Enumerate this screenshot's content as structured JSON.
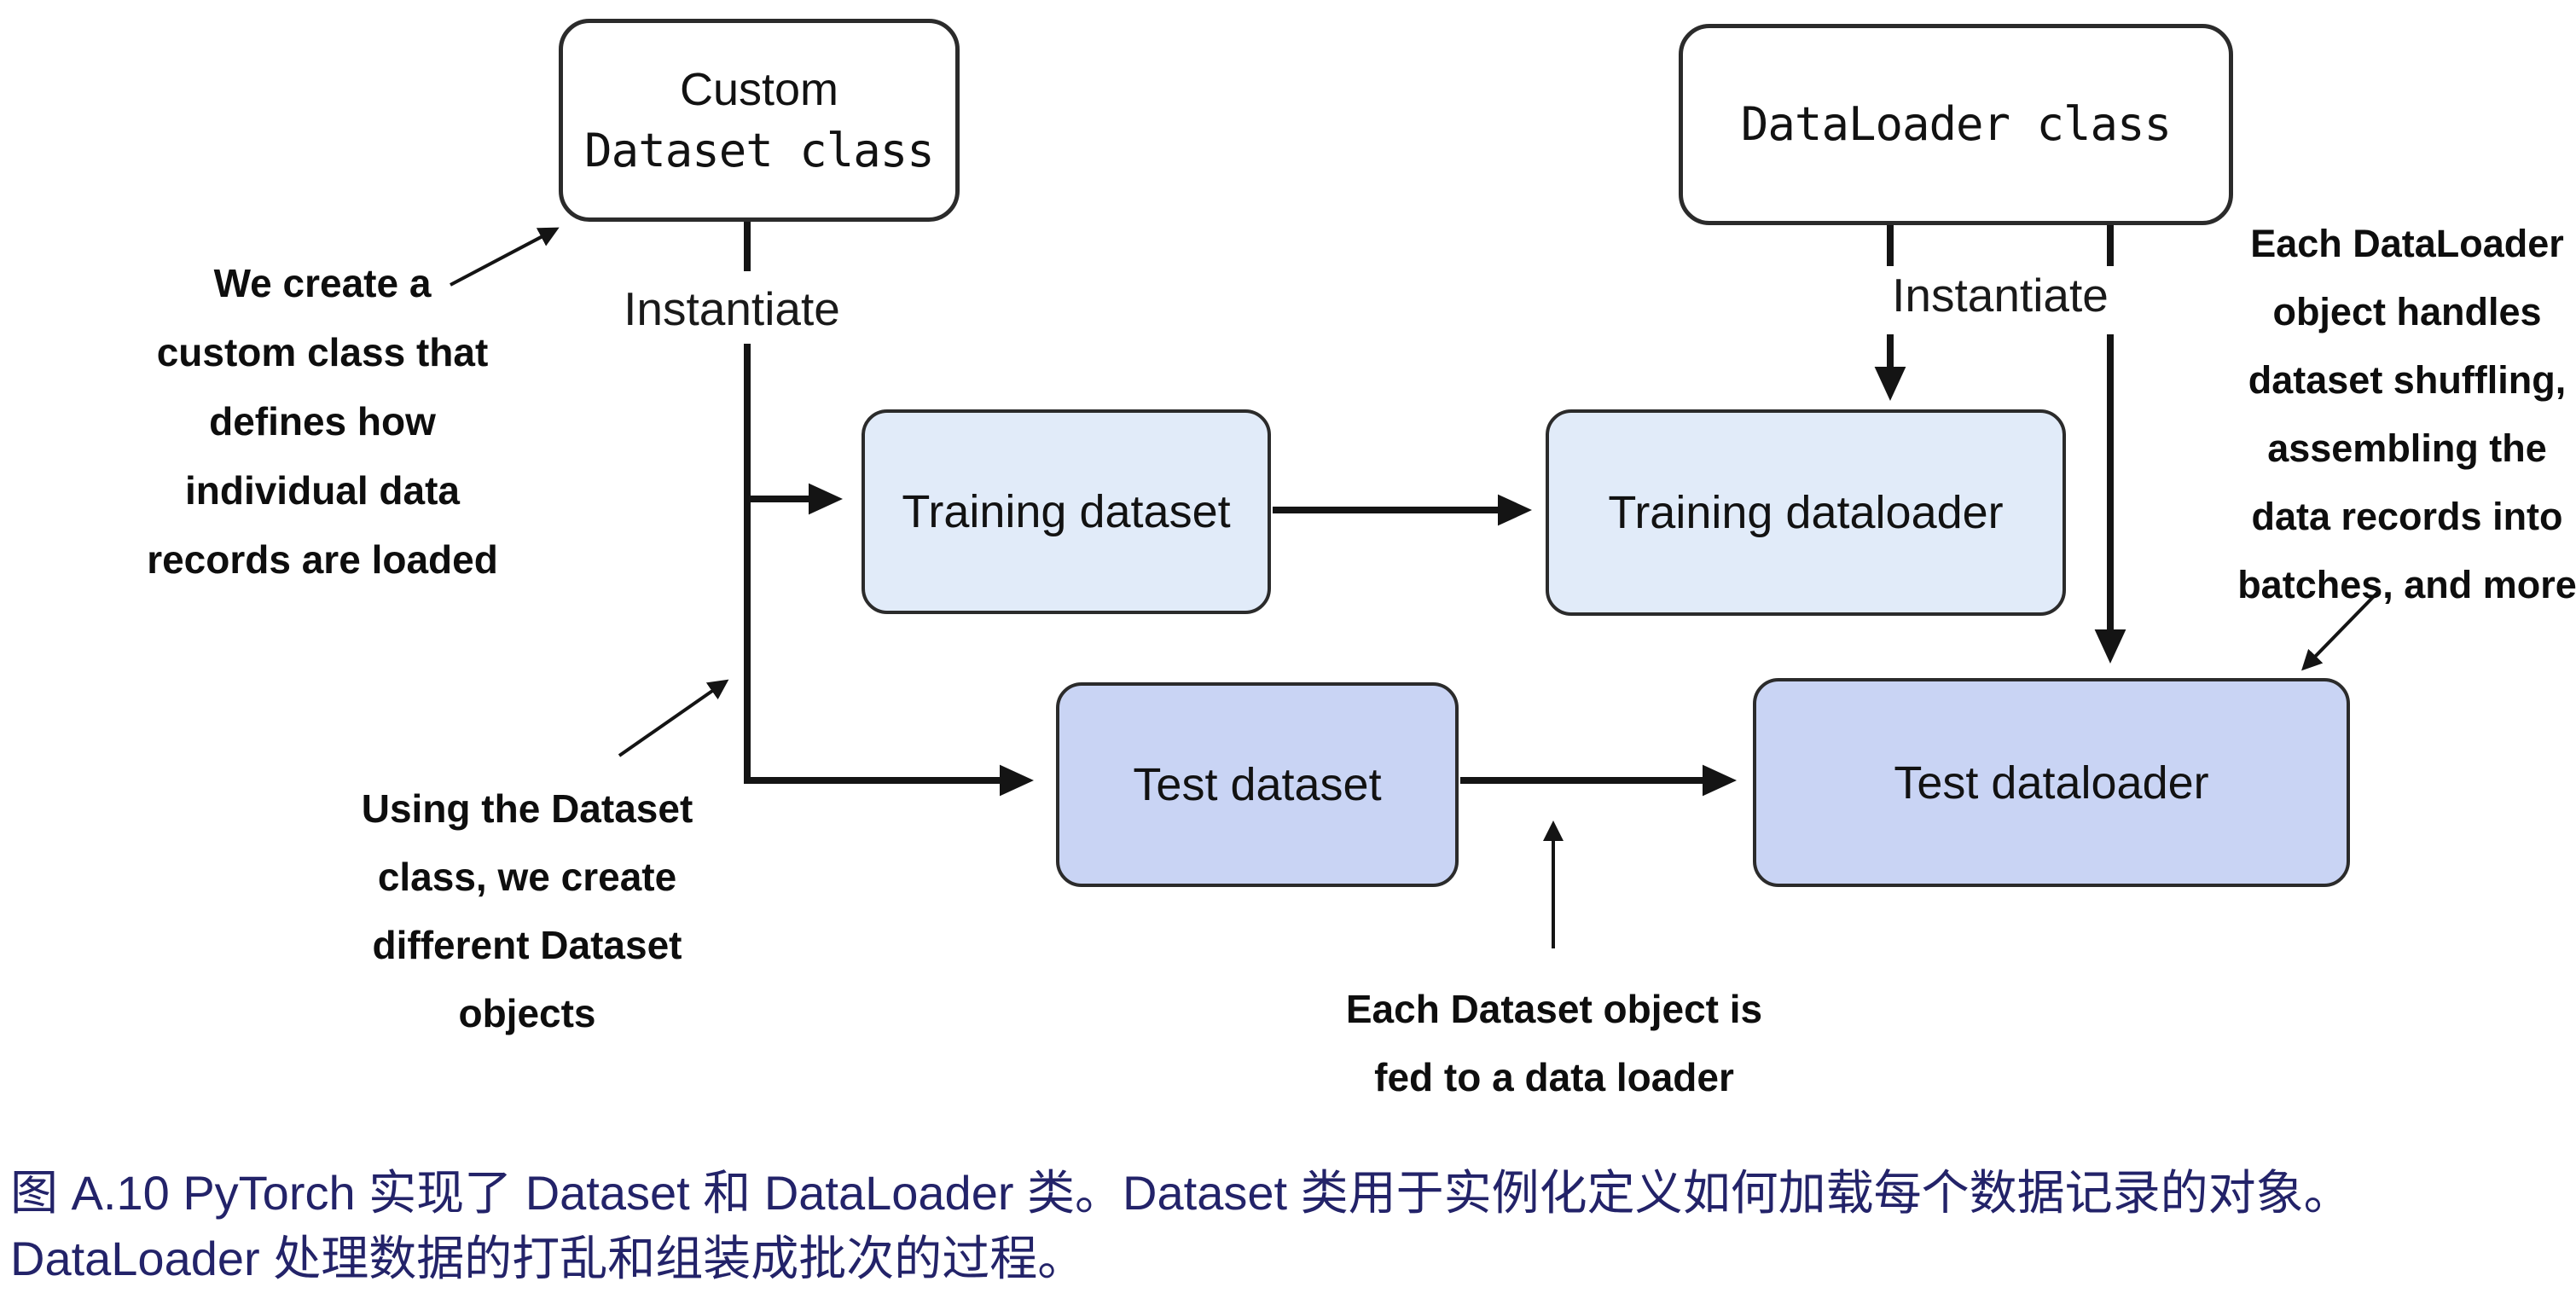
{
  "diagram": {
    "boxes": {
      "custom_dataset_class": {
        "line1": "Custom",
        "line2": "Dataset class"
      },
      "dataloader_class": {
        "label": "DataLoader class"
      },
      "training_dataset": {
        "label": "Training dataset"
      },
      "training_dataloader": {
        "label": "Training dataloader"
      },
      "test_dataset": {
        "label": "Test dataset"
      },
      "test_dataloader": {
        "label": "Test dataloader"
      }
    },
    "edge_labels": {
      "instantiate_left": "Instantiate",
      "instantiate_right": "Instantiate"
    },
    "annotations": {
      "create_custom_class": {
        "lines": [
          "We create a",
          "custom class that",
          "defines how",
          "individual data",
          "records are loaded"
        ]
      },
      "using_dataset_class": {
        "lines": [
          "Using the Dataset",
          "class, we create",
          "different Dataset",
          "objects"
        ]
      },
      "dataset_fed_to_loader": {
        "lines": [
          "Each Dataset object is",
          "fed to a data loader"
        ]
      },
      "dataloader_handles": {
        "lines": [
          "Each DataLoader",
          "object handles",
          "dataset shuffling,",
          "assembling the",
          "data records into",
          "batches, and more"
        ]
      }
    },
    "colors": {
      "dataset_row_fill": "#e1ebf9",
      "test_row_fill": "#c9d4f4",
      "box_border": "#2b2b2b",
      "connector": "#141414",
      "caption_text": "#232369"
    }
  },
  "caption": {
    "line1": "图 A.10 PyTorch 实现了 Dataset 和 DataLoader 类。Dataset 类用于实例化定义如何加载每个数据记录的对象。",
    "line2": "DataLoader 处理数据的打乱和组装成批次的过程。"
  }
}
